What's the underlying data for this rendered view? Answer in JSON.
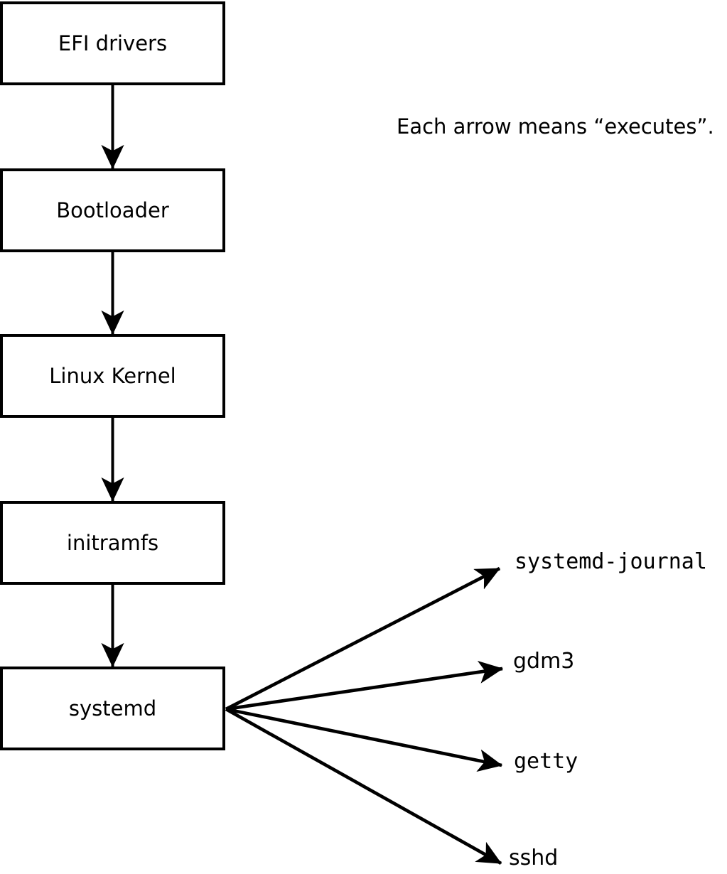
{
  "diagram": {
    "note": "Each arrow means “executes”.",
    "chain": [
      {
        "label": "EFI drivers"
      },
      {
        "label": "Bootloader"
      },
      {
        "label": "Linux Kernel"
      },
      {
        "label": "initramfs"
      },
      {
        "label": "systemd"
      }
    ],
    "children": [
      {
        "label": "systemd-journal"
      },
      {
        "label": "gdm3"
      },
      {
        "label": "getty"
      },
      {
        "label": "sshd"
      }
    ],
    "colors": {
      "stroke": "#000000",
      "background": "#ffffff",
      "box_fill": "#ffffff",
      "text": "#000000"
    }
  }
}
